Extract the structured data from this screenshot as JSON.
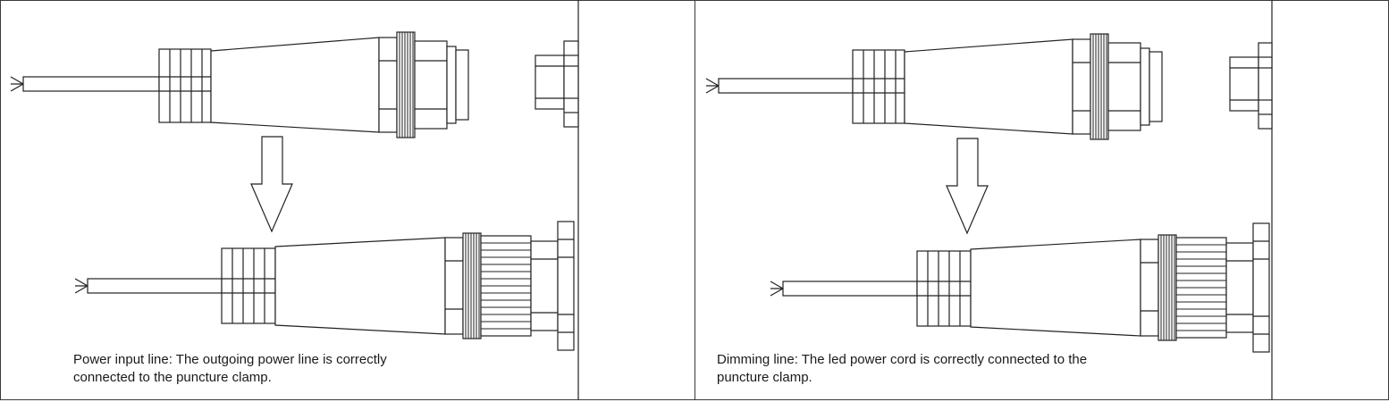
{
  "panels": [
    {
      "caption_line1": "Power input line: The outgoing power line is correctly",
      "caption_line2": "connected to the puncture clamp."
    },
    {
      "caption_line1": "Dimming line: The led power cord is correctly connected to the",
      "caption_line2": "puncture clamp."
    }
  ],
  "colors": {
    "stroke": "#222222",
    "background": "#ffffff"
  }
}
